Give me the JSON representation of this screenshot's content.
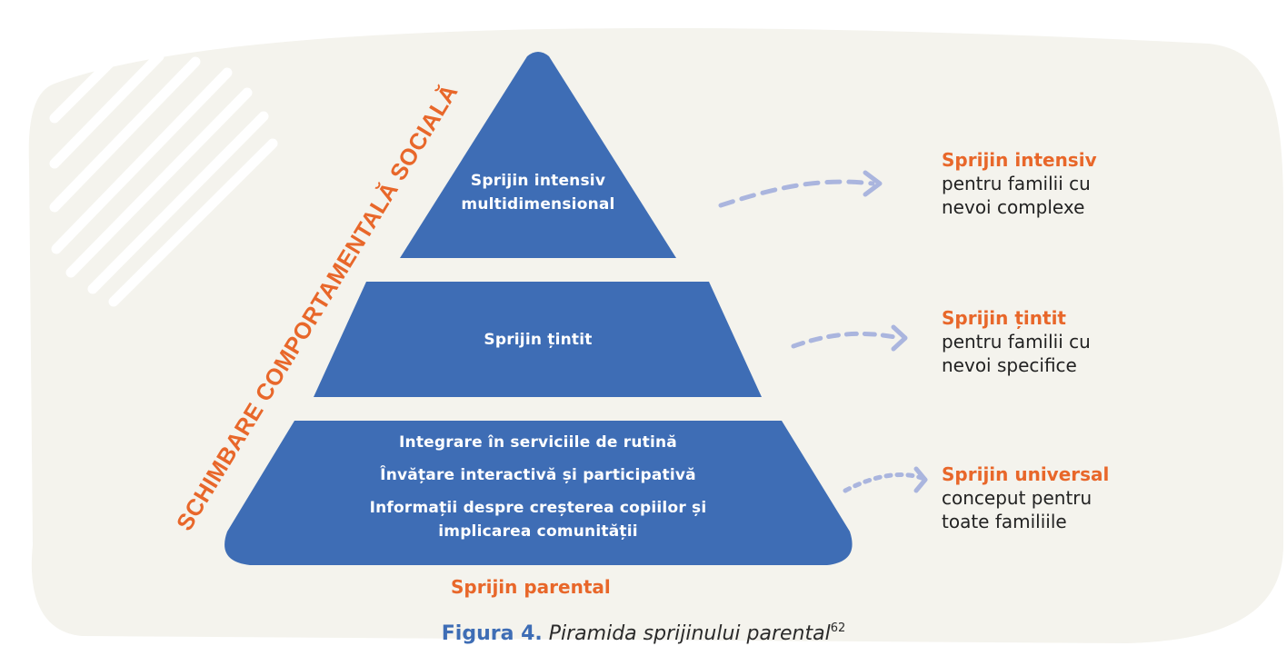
{
  "diagram": {
    "side_arc_text": "SCHIMBARE COMPORTAMENTALĂ SOCIALĂ",
    "tiers": {
      "top": {
        "lines": [
          "Sprijin intensiv",
          "multidimensional"
        ]
      },
      "middle": {
        "lines": [
          "Sprijin țintit"
        ]
      },
      "bottom": {
        "lines": [
          "Integrare în serviciile de rutină",
          "Învățare interactivă și participativă",
          "Informații despre creșterea copiilor și",
          "implicarea comunității"
        ]
      }
    },
    "base_label": "Sprijin parental",
    "labels": [
      {
        "title": "Sprijin intensiv",
        "lines": [
          "pentru familii cu",
          "nevoi complexe"
        ]
      },
      {
        "title": "Sprijin țintit",
        "lines": [
          "pentru familii cu",
          "nevoi specifice"
        ]
      },
      {
        "title": "Sprijin universal",
        "lines": [
          "conceput pentru",
          "toate familiile"
        ]
      }
    ]
  },
  "caption": {
    "figure_label": "Figura 4.",
    "title": "Piramida sprijinului parental",
    "footnote": "62"
  },
  "colors": {
    "pyramid": "#3e6db5",
    "accent": "#e8672a",
    "background_blob": "#f4f3ed",
    "arrow": "#aab5de"
  }
}
